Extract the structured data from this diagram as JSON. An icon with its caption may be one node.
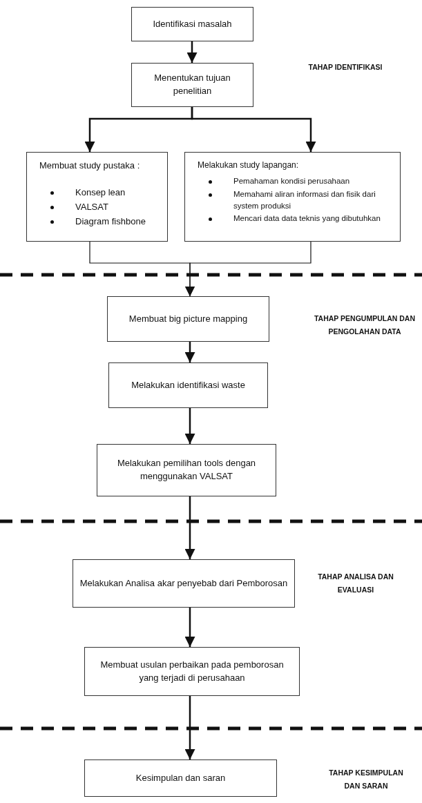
{
  "diagram": {
    "nodes": [
      {
        "text": [
          "Identifikasi masalah"
        ]
      },
      {
        "text": [
          "Menentukan tujuan penelitian"
        ]
      },
      {
        "text": [
          "Membuat study pustaka :",
          "Konsep lean",
          "VALSAT",
          "Diagram fishbone"
        ]
      },
      {
        "text": [
          "Melakukan study lapangan:",
          "Pemahaman kondisi perusahaan",
          "Memahami aliran informasi dan fisik dari system produksi",
          "Mencari data data teknis yang dibutuhkan"
        ]
      },
      {
        "text": [
          "Membuat big picture mapping"
        ]
      },
      {
        "text": [
          "Melakukan identifikasi waste"
        ]
      },
      {
        "text": [
          "Melakukan pemilihan tools dengan menggunakan VALSAT"
        ]
      },
      {
        "text": [
          "Melakukan Analisa akar penyebab dari Pemborosan"
        ]
      },
      {
        "text": [
          "Membuat usulan perbaikan pada pemborosan yang terjadi di perusahaan"
        ]
      },
      {
        "text": [
          "Kesimpulan dan saran"
        ]
      }
    ],
    "edges": [
      {
        "from": 0,
        "to": 1,
        "arrow": "to"
      },
      {
        "from": 1,
        "to": 2,
        "arrow": "to"
      },
      {
        "from": 1,
        "to": 3,
        "arrow": "to"
      },
      {
        "from": 2,
        "to": 4,
        "arrow": "to"
      },
      {
        "from": 3,
        "to": 4,
        "arrow": "to"
      },
      {
        "from": 4,
        "to": 5,
        "arrow": "to"
      },
      {
        "from": 5,
        "to": 6,
        "arrow": "to"
      },
      {
        "from": 6,
        "to": 7,
        "arrow": "to"
      },
      {
        "from": 7,
        "to": 8,
        "arrow": "to"
      },
      {
        "from": 8,
        "to": 9,
        "arrow": "to"
      }
    ],
    "labels": [
      "TAHAP IDENTIFIKASI",
      "TAHAP PENGUMPULAN DAN PENGOLAHAN DATA",
      "TAHAP ANALISA DAN EVALUASI",
      "TAHAP KESIMPULAN DAN SARAN"
    ]
  }
}
